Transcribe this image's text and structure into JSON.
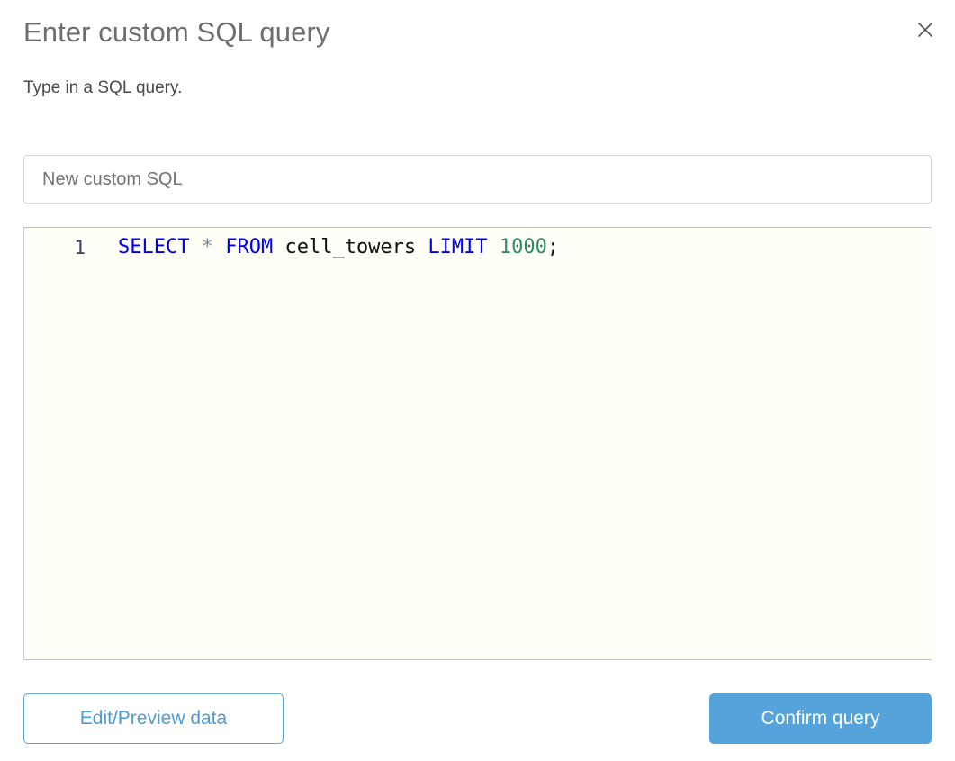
{
  "dialog": {
    "title": "Enter custom SQL query",
    "subtitle": "Type in a SQL query.",
    "close_icon": "close-icon"
  },
  "name_field": {
    "value": "",
    "placeholder": "New custom SQL"
  },
  "editor": {
    "line_numbers": [
      "1"
    ],
    "query_text": "SELECT * FROM cell_towers LIMIT 1000;",
    "tokens": [
      {
        "text": "SELECT",
        "type": "keyword"
      },
      {
        "text": " ",
        "type": "space"
      },
      {
        "text": "*",
        "type": "operator"
      },
      {
        "text": " ",
        "type": "space"
      },
      {
        "text": "FROM",
        "type": "keyword"
      },
      {
        "text": " ",
        "type": "space"
      },
      {
        "text": "cell_towers",
        "type": "identifier"
      },
      {
        "text": " ",
        "type": "space"
      },
      {
        "text": "LIMIT",
        "type": "keyword"
      },
      {
        "text": " ",
        "type": "space"
      },
      {
        "text": "1000",
        "type": "number"
      },
      {
        "text": ";",
        "type": "punct"
      }
    ]
  },
  "footer": {
    "edit_preview_label": "Edit/Preview data",
    "confirm_label": "Confirm query"
  },
  "colors": {
    "accent_blue": "#55a3da",
    "outline_blue": "#5ba4d8",
    "keyword_blue": "#0000ee",
    "number_green": "#2e8b62",
    "operator_gray": "#808a8f",
    "title_gray": "#6e6e6e",
    "editor_background": "#fffff8"
  }
}
